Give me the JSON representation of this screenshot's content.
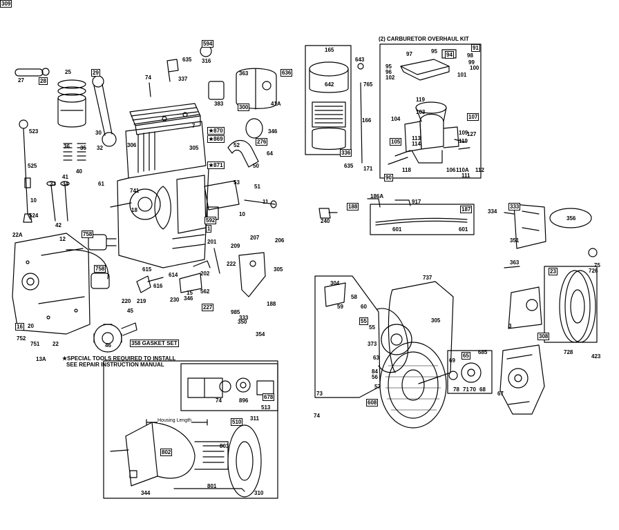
{
  "headings": {
    "carb_kit": "(2) CARBURETOR OVERHAUL KIT",
    "special_tools_1": "★SPECIAL TOOLS REQUIRED TO INSTALL",
    "special_tools_2": "SEE REPAIR INSTRUCTION MANUAL",
    "gasket_set": "358 GASKET SET",
    "housing_length": "Housing Length"
  },
  "parts": [
    {
      "t": "27"
    },
    {
      "t": "28",
      "b": 1
    },
    {
      "t": "25"
    },
    {
      "t": "29",
      "b": 1
    },
    {
      "t": "635"
    },
    {
      "t": "74"
    },
    {
      "t": "337"
    },
    {
      "t": "594",
      "b": 1
    },
    {
      "t": "316"
    },
    {
      "t": "383"
    },
    {
      "t": "300",
      "b": 1
    },
    {
      "t": "363"
    },
    {
      "t": "636",
      "b": 1
    },
    {
      "t": "41A"
    },
    {
      "t": "306"
    },
    {
      "t": "7"
    },
    {
      "t": "★870",
      "b": 1
    },
    {
      "t": "★869",
      "b": 1
    },
    {
      "t": "★871",
      "b": 1
    },
    {
      "t": "305"
    },
    {
      "t": "523"
    },
    {
      "t": "525"
    },
    {
      "t": "524"
    },
    {
      "t": "22A"
    },
    {
      "t": "12"
    },
    {
      "t": "758",
      "b": 1
    },
    {
      "t": "758",
      "b": 1
    },
    {
      "t": "16",
      "b": 1
    },
    {
      "t": "20"
    },
    {
      "t": "751"
    },
    {
      "t": "752"
    },
    {
      "t": "22"
    },
    {
      "t": "13A"
    },
    {
      "t": "45"
    },
    {
      "t": "46"
    },
    {
      "t": "41"
    },
    {
      "t": "40"
    },
    {
      "t": "35"
    },
    {
      "t": "36"
    },
    {
      "t": "33"
    },
    {
      "t": "34"
    },
    {
      "t": "10"
    },
    {
      "t": "42"
    },
    {
      "t": "30"
    },
    {
      "t": "32"
    },
    {
      "t": "61"
    },
    {
      "t": "741"
    },
    {
      "t": "18"
    },
    {
      "t": "52"
    },
    {
      "t": "346"
    },
    {
      "t": "276",
      "b": 1
    },
    {
      "t": "64"
    },
    {
      "t": "50"
    },
    {
      "t": "51"
    },
    {
      "t": "53"
    },
    {
      "t": "11"
    },
    {
      "t": "10"
    },
    {
      "t": "592",
      "b": 1
    },
    {
      "t": "1",
      "b": 1
    },
    {
      "t": "201"
    },
    {
      "t": "209"
    },
    {
      "t": "207"
    },
    {
      "t": "206"
    },
    {
      "t": "222"
    },
    {
      "t": "305"
    },
    {
      "t": "188"
    },
    {
      "t": "985"
    },
    {
      "t": "350"
    },
    {
      "t": "333"
    },
    {
      "t": "354"
    },
    {
      "t": "615"
    },
    {
      "t": "616"
    },
    {
      "t": "614"
    },
    {
      "t": "230"
    },
    {
      "t": "220"
    },
    {
      "t": "219"
    },
    {
      "t": "562"
    },
    {
      "t": "346"
    },
    {
      "t": "227",
      "b": 1
    },
    {
      "t": "202"
    },
    {
      "t": "15"
    },
    {
      "t": "165"
    },
    {
      "t": "643"
    },
    {
      "t": "642"
    },
    {
      "t": "765"
    },
    {
      "t": "166"
    },
    {
      "t": "635"
    },
    {
      "t": "336",
      "b": 1
    },
    {
      "t": "171"
    },
    {
      "t": "97"
    },
    {
      "t": "95"
    },
    {
      "t": "94",
      "b": 1
    },
    {
      "t": "98"
    },
    {
      "t": "99"
    },
    {
      "t": "100"
    },
    {
      "t": "101"
    },
    {
      "t": "91",
      "b": 1
    },
    {
      "t": "95"
    },
    {
      "t": "96"
    },
    {
      "t": "102"
    },
    {
      "t": "119"
    },
    {
      "t": "103"
    },
    {
      "t": "104"
    },
    {
      "t": "107",
      "b": 1
    },
    {
      "t": "127"
    },
    {
      "t": "105",
      "b": 1
    },
    {
      "t": "113"
    },
    {
      "t": "114"
    },
    {
      "t": "118"
    },
    {
      "t": "109"
    },
    {
      "t": "119"
    },
    {
      "t": "106"
    },
    {
      "t": "110A"
    },
    {
      "t": "111"
    },
    {
      "t": "112"
    },
    {
      "t": "90",
      "b": 1
    },
    {
      "t": "240"
    },
    {
      "t": "186A"
    },
    {
      "t": "188",
      "b": 1
    },
    {
      "t": "917"
    },
    {
      "t": "187",
      "b": 1
    },
    {
      "t": "601"
    },
    {
      "t": "601"
    },
    {
      "t": "334"
    },
    {
      "t": "333",
      "b": 1
    },
    {
      "t": "356"
    },
    {
      "t": "351"
    },
    {
      "t": "75"
    },
    {
      "t": "363"
    },
    {
      "t": "23",
      "b": 1
    },
    {
      "t": "726"
    },
    {
      "t": "737"
    },
    {
      "t": "305"
    },
    {
      "t": "304"
    },
    {
      "t": "58"
    },
    {
      "t": "59"
    },
    {
      "t": "60"
    },
    {
      "t": "55",
      "b": 1
    },
    {
      "t": "55"
    },
    {
      "t": "373"
    },
    {
      "t": "63"
    },
    {
      "t": "84"
    },
    {
      "t": "56"
    },
    {
      "t": "57"
    },
    {
      "t": "73"
    },
    {
      "t": "608",
      "b": 1
    },
    {
      "t": "74"
    },
    {
      "t": "685"
    },
    {
      "t": "65",
      "b": 1
    },
    {
      "t": "69"
    },
    {
      "t": "78"
    },
    {
      "t": "71"
    },
    {
      "t": "70"
    },
    {
      "t": "68"
    },
    {
      "t": "67"
    },
    {
      "t": "3"
    },
    {
      "t": "308",
      "b": 1
    },
    {
      "t": "728"
    },
    {
      "t": "423"
    },
    {
      "t": "74"
    },
    {
      "t": "896"
    },
    {
      "t": "678",
      "b": 1
    },
    {
      "t": "513"
    },
    {
      "t": "510",
      "b": 1
    },
    {
      "t": "311"
    },
    {
      "t": "802",
      "b": 1
    },
    {
      "t": "803"
    },
    {
      "t": "344"
    },
    {
      "t": "801"
    },
    {
      "t": "310"
    },
    {
      "t": "309",
      "b": 1
    }
  ]
}
